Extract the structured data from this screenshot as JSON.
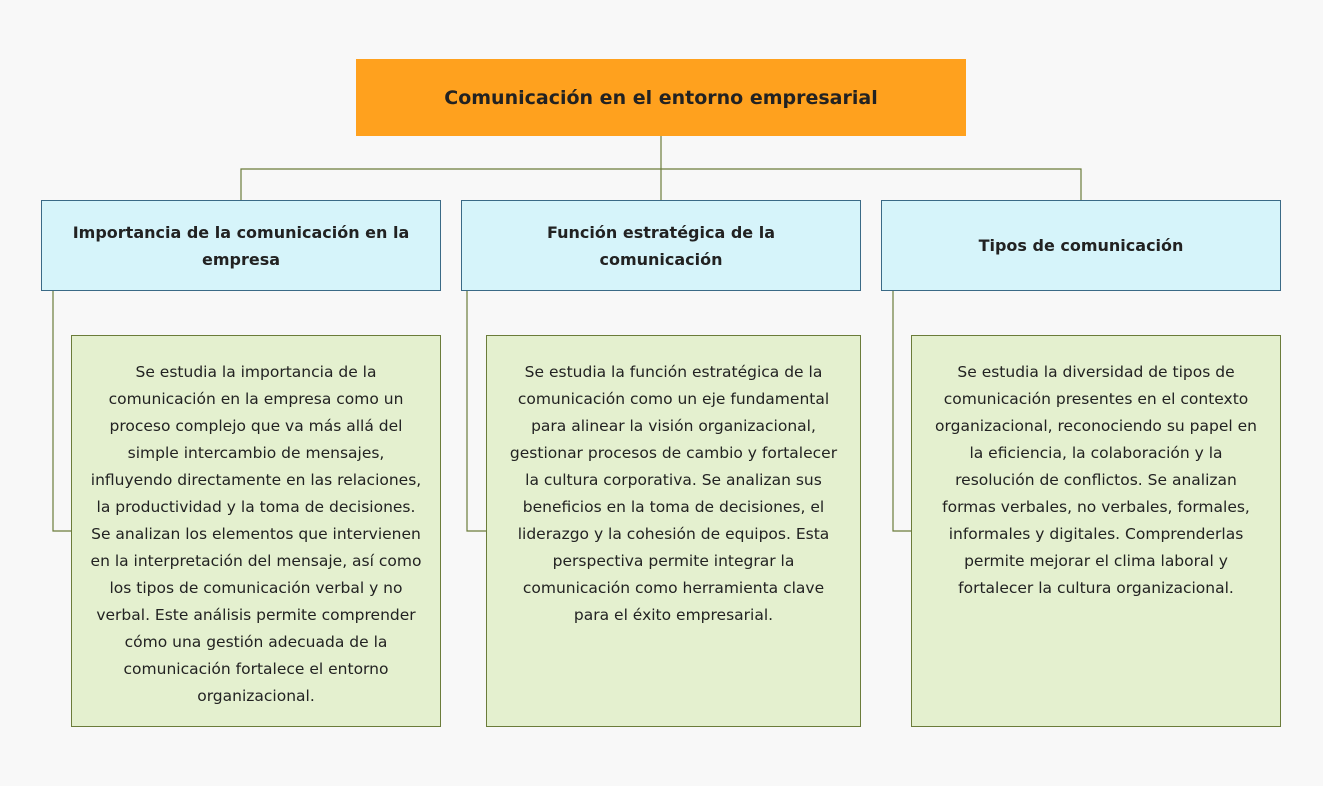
{
  "diagram": {
    "root": {
      "title": "Comunicación en el entorno empresarial",
      "color": "#ffa11e"
    },
    "branches": [
      {
        "title": "Importancia de la comunicación en la empresa",
        "detail": "Se estudia la importancia de la comunicación en la empresa como un proceso complejo que va más allá del simple intercambio de mensajes, influyendo directamente en las relaciones, la productividad y la toma de decisiones. Se analizan los elementos que intervienen en la interpretación del mensaje, así como los tipos de comunicación verbal y no verbal. Este análisis permite comprender cómo una gestión adecuada de la comunicación fortalece el entorno organizacional."
      },
      {
        "title": "Función estratégica de la comunicación",
        "detail": "Se estudia la función estratégica de la comunicación como un eje fundamental para alinear la visión organizacional, gestionar procesos de cambio y fortalecer la cultura corporativa. Se analizan sus beneficios en la toma de decisiones, el liderazgo y la cohesión de equipos. Esta perspectiva permite integrar la comunicación como herramienta clave para el éxito empresarial."
      },
      {
        "title": "Tipos de comunicación",
        "detail": "Se estudia la diversidad de tipos de comunicación presentes en el contexto organizacional, reconociendo su papel en la eficiencia, la colaboración y la resolución de conflictos. Se analizan formas verbales, no verbales, formales, informales y digitales. Comprenderlas permite mejorar el clima laboral y fortalecer la cultura organizacional."
      }
    ],
    "colors": {
      "branch_fill": "#d6f4fa",
      "detail_fill": "#e4f0cf",
      "connector": "#6b7c3a"
    }
  }
}
